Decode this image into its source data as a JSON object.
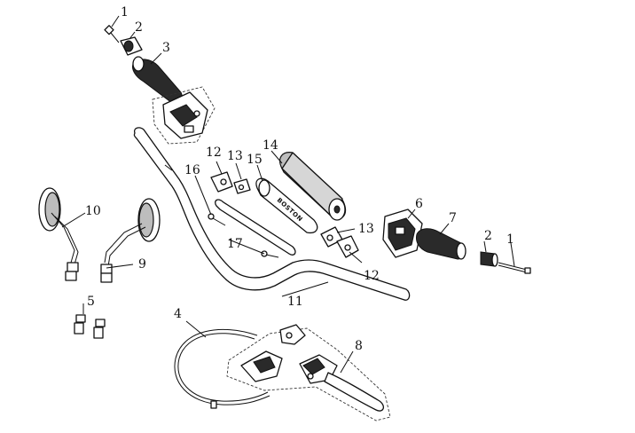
{
  "callouts": {
    "c1_top": "1",
    "c2_top": "2",
    "c3": "3",
    "c4": "4",
    "c5": "5",
    "c6": "6",
    "c7": "7",
    "c2_right": "2",
    "c1_right": "1",
    "c8": "8",
    "c9": "9",
    "c10": "10",
    "c11": "11",
    "c12_top": "12",
    "c12_bottom": "12",
    "c13_top": "13",
    "c13_right": "13",
    "c14": "14",
    "c15": "15",
    "c16": "16",
    "c17": "17"
  },
  "crossbar_pad_print": "BOSTON"
}
